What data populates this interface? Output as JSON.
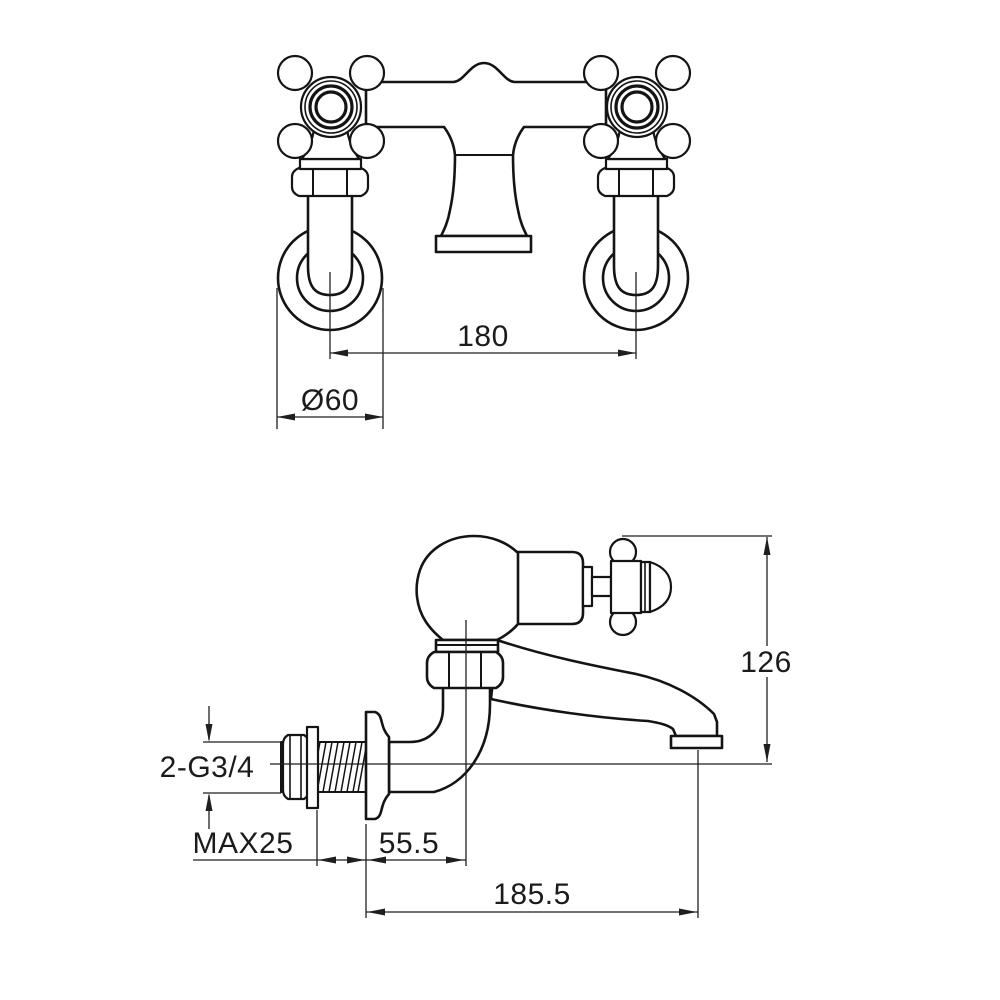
{
  "drawing": {
    "type": "technical-dimension-drawing",
    "subject": "wall-mounted cross-handle tap",
    "colors": {
      "background": "#ffffff",
      "line": "#141414"
    },
    "front_view": {
      "handle_spacing_label": "180",
      "flange_diameter_label": "Ø60"
    },
    "side_view": {
      "height_label": "126",
      "thread_label": "2-G3/4",
      "max_wall_label": "MAX25",
      "wall_to_center_label": "55.5",
      "wall_to_outlet_label": "185.5"
    }
  }
}
